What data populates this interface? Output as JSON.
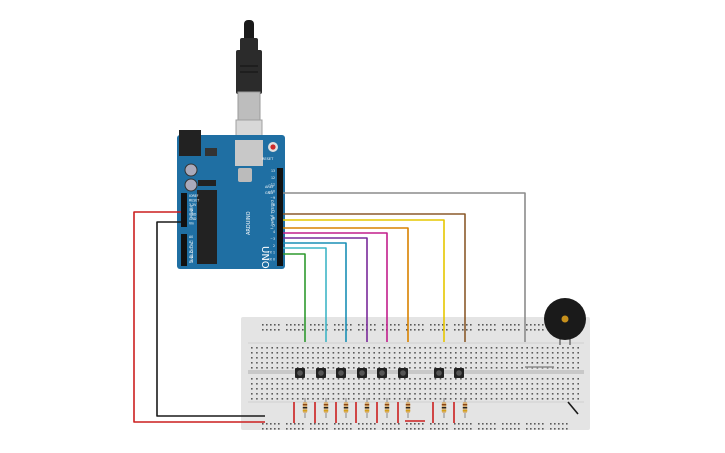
{
  "arduino": {
    "brand": "UNO",
    "maker": "ARDUINO",
    "reset_label": "RESET",
    "aref_label": "AREF",
    "gnd_label": "GND",
    "power_pins": [
      "IOREF",
      "RESET",
      "3.3V",
      "5V",
      "GND",
      "GND",
      "Vin"
    ],
    "analog_pins": [
      "A0",
      "A1",
      "A2",
      "A3",
      "A4",
      "A5"
    ],
    "digital_pins": [
      "13",
      "12",
      "~11",
      "~10",
      "~9",
      "8",
      "7",
      "~6",
      "~5",
      "4",
      "~3",
      "2",
      "TX 1",
      "RX 0"
    ],
    "power_header_label": "POWER",
    "analog_header_label": "ANALOG IN",
    "digital_header_label": "DIGITAL (PWM~)",
    "board_color": "#1f6fa3",
    "usb_cable_color": "#2b2b2b"
  },
  "wire_colors": {
    "gray": "#8c8c8c",
    "brown": "#8b5a2b",
    "yellow": "#e6c700",
    "orange": "#d98200",
    "magenta": "#c21e8c",
    "purple": "#7a2a9a",
    "teal": "#1a8fb5",
    "cyan": "#3fb5c7",
    "green": "#2f9a2f",
    "red": "#cc1f1f",
    "black": "#1a1a1a"
  },
  "breadboard": {
    "color": "#e4e4e4",
    "hole_color": "#5a5a5a"
  },
  "buzzer": {
    "color": "#1a1a1a",
    "center_color": "#c7901c"
  },
  "components": {
    "buttons": 8,
    "resistors": 8
  }
}
